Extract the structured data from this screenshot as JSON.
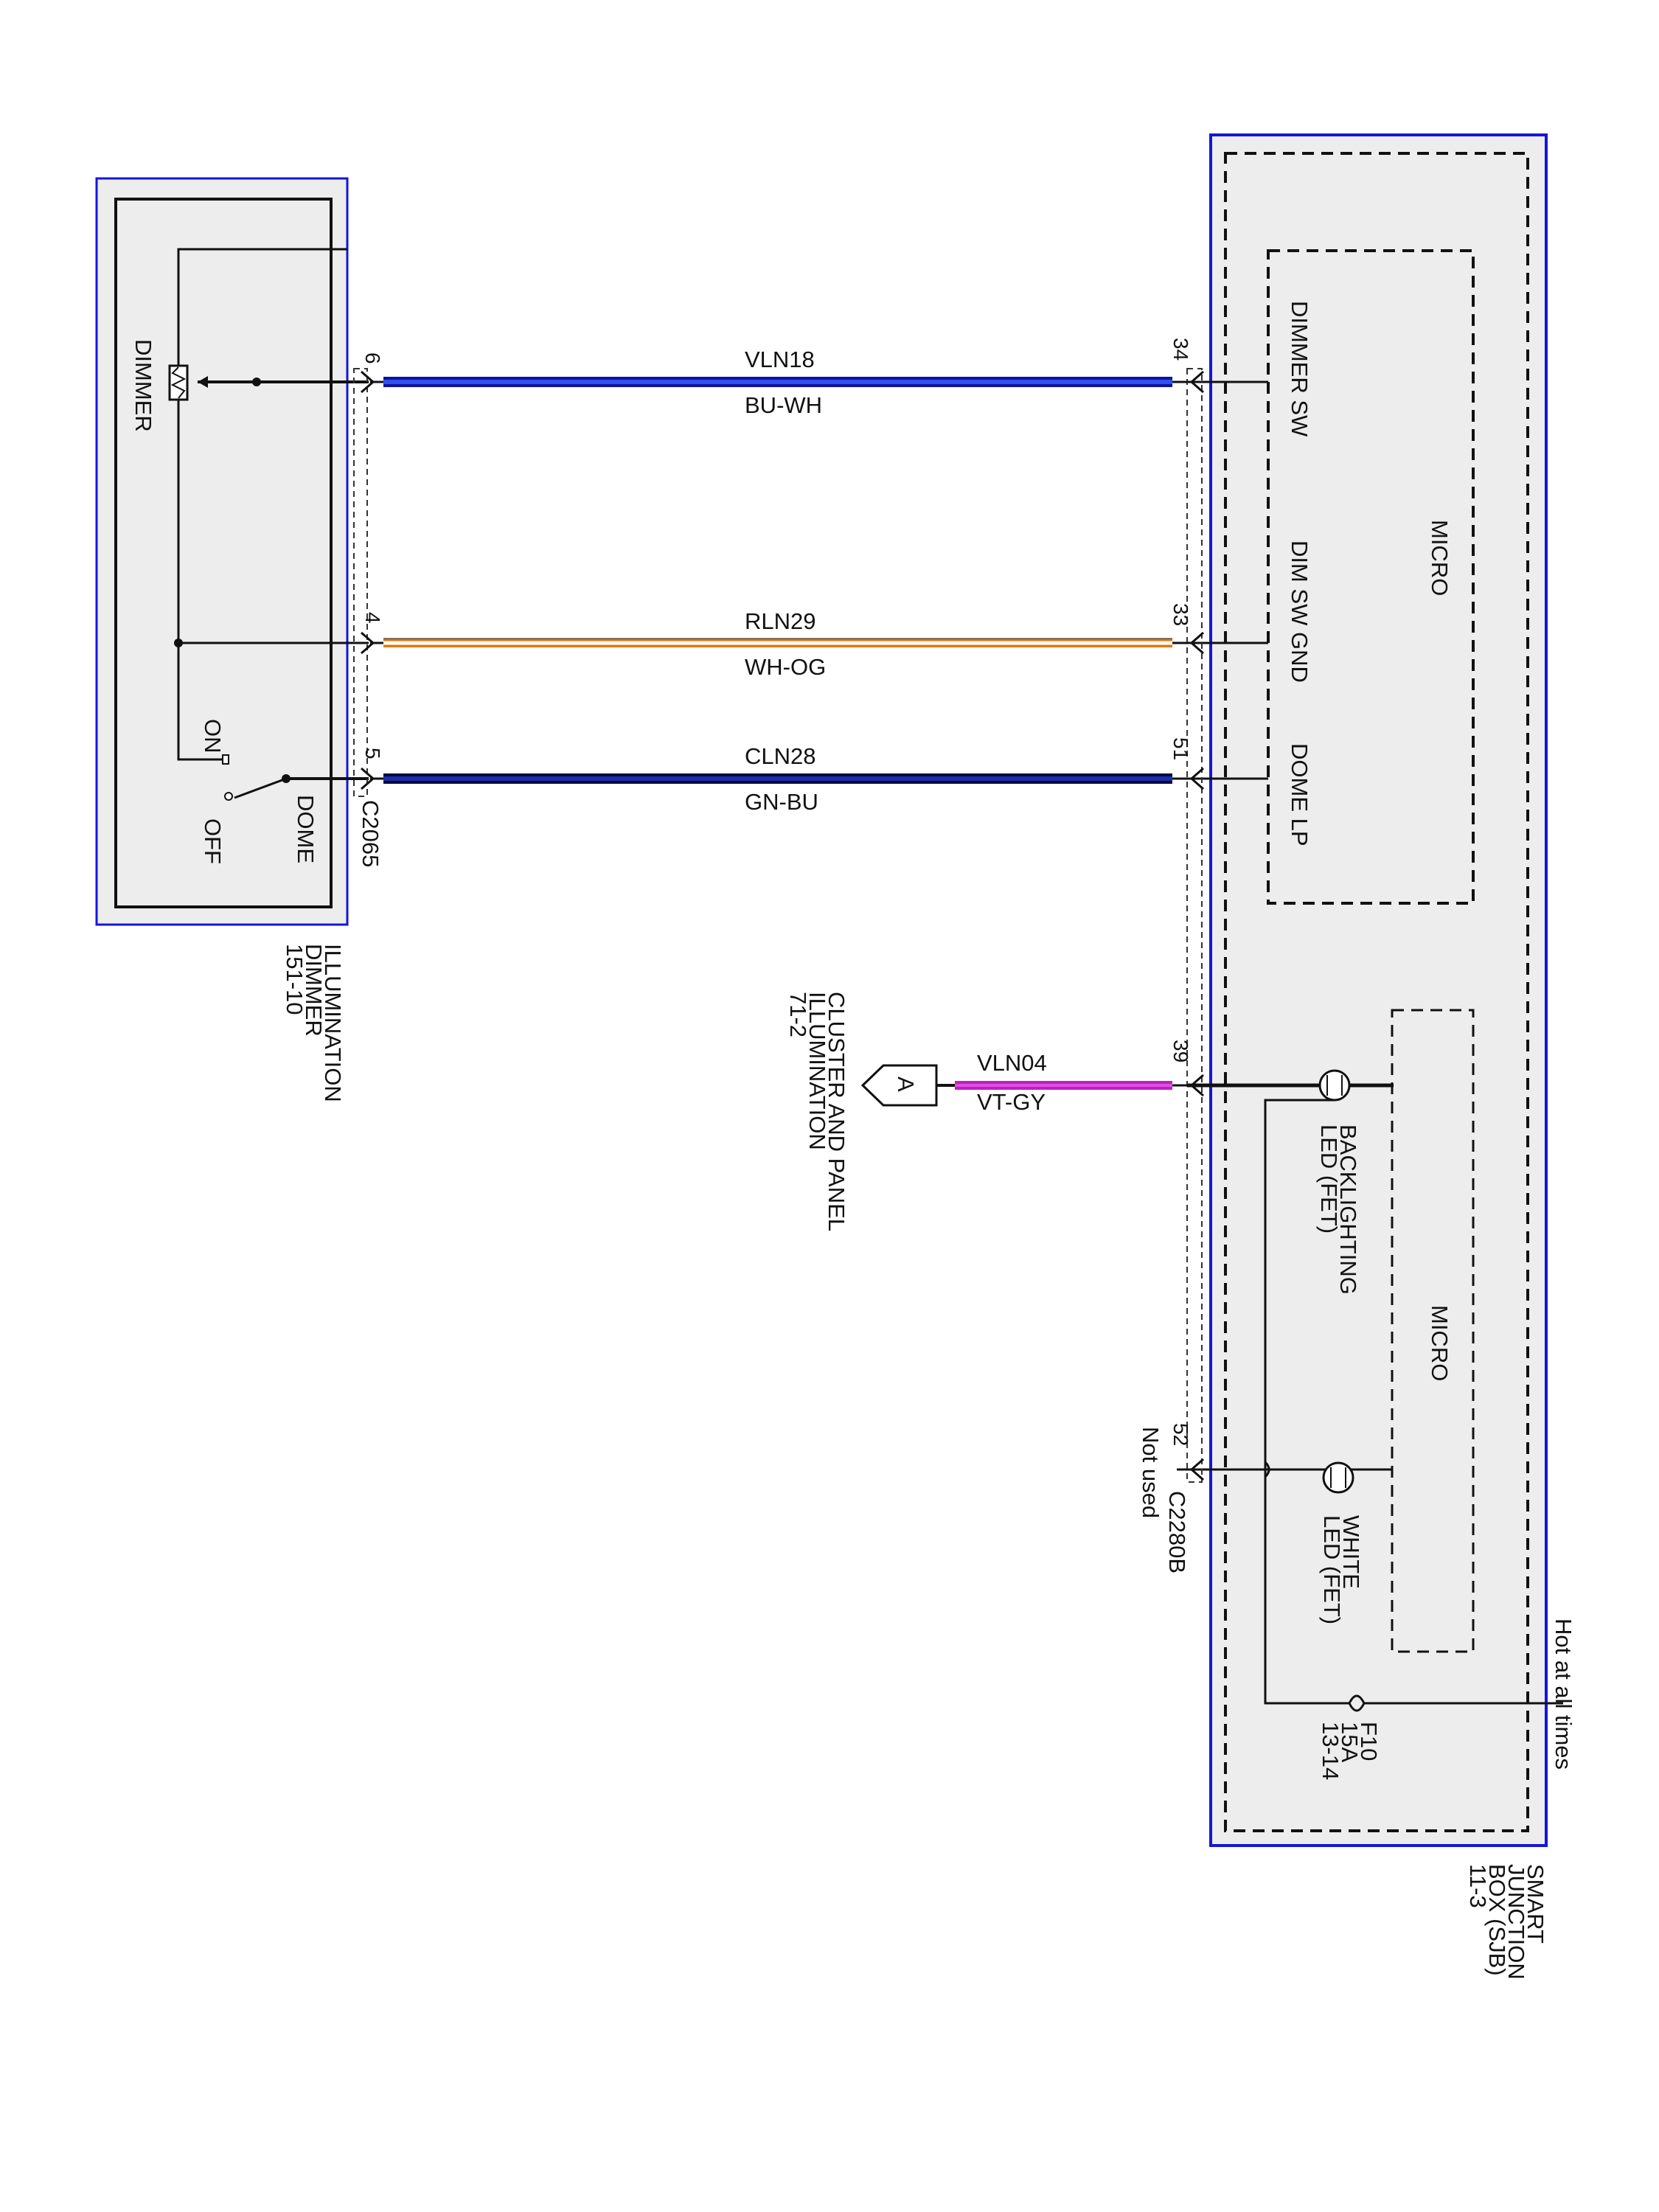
{
  "colors": {
    "panel_fill": "#ededed",
    "panel_border": "#1515d8",
    "wire_vln18": "#1f3fe0",
    "wire_rln29_outer": "#e07a10",
    "wire_cln28": "#10207a",
    "wire_vln04": "#c020c0",
    "line": "#111111"
  },
  "dimmer_module": {
    "title_lines": [
      "ILLUMINATION",
      "DIMMER",
      "151-10"
    ],
    "dimmer_label": "DIMMER",
    "switch_on": "ON",
    "switch_off": "OFF",
    "switch_dome": "DOME",
    "connector": "C2065"
  },
  "sjb_module": {
    "title_lines": [
      "SMART",
      "JUNCTION",
      "BOX (SJB)",
      "11-3"
    ],
    "micro_upper": "MICRO",
    "micro_lower": "MICRO",
    "pin_dimmer_sw": "DIMMER SW",
    "pin_dim_sw_gnd": "DIM SW GND",
    "pin_dome_lp": "DOME LP",
    "backlighting_lines": [
      "BACKLIGHTING",
      "LED (FET)"
    ],
    "white_led_lines": [
      "WHITE",
      "LED (FET)"
    ],
    "fuse_lines": [
      "F10",
      "15A",
      "13-14"
    ],
    "hot_label": "Hot at all times",
    "connector": "C2280B",
    "not_used": "Not used"
  },
  "cluster": {
    "title_lines": [
      "CLUSTER AND PANEL",
      "ILLUMINATION",
      "71-2"
    ],
    "connector_letter": "A"
  },
  "wires": [
    {
      "circuit": "VLN18",
      "color": "BU-WH",
      "left_pin": "6",
      "right_pin": "34"
    },
    {
      "circuit": "RLN29",
      "color": "WH-OG",
      "left_pin": "4",
      "right_pin": "33"
    },
    {
      "circuit": "CLN28",
      "color": "GN-BU",
      "left_pin": "5",
      "right_pin": "51"
    },
    {
      "circuit": "VLN04",
      "color": "VT-GY",
      "left_pin": "",
      "right_pin": "39"
    },
    {
      "circuit": "",
      "color": "",
      "left_pin": "",
      "right_pin": "52"
    }
  ]
}
